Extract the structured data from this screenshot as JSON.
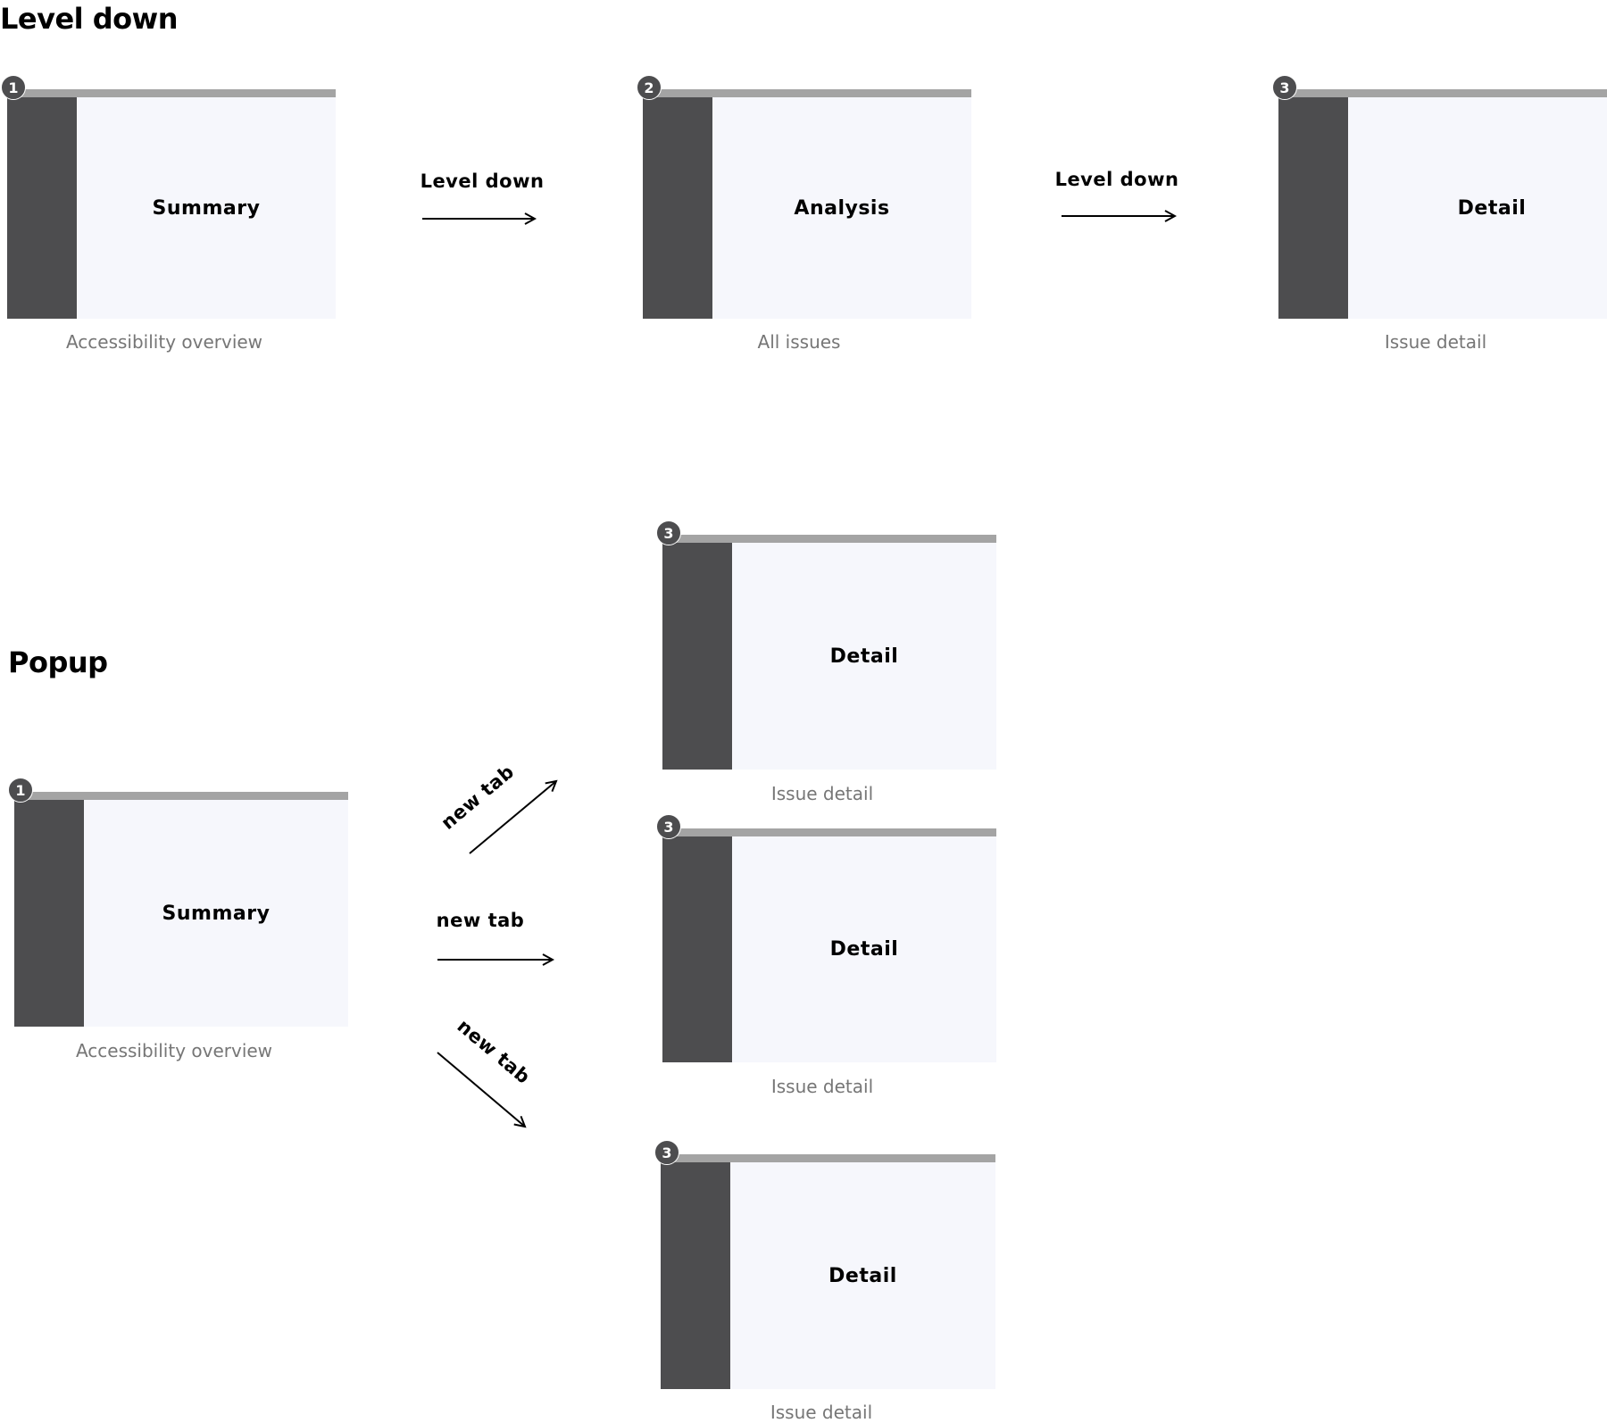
{
  "sections": {
    "level_down": {
      "heading": "Level down"
    },
    "popup": {
      "heading": "Popup"
    }
  },
  "colors": {
    "sidebar": "#4d4d4f",
    "topbar": "#a4a4a4",
    "content": "#f6f7fc",
    "caption": "#767676"
  },
  "level_down_frames": [
    {
      "step": "1",
      "title": "Summary",
      "caption": "Accessibility overview"
    },
    {
      "step": "2",
      "title": "Analysis",
      "caption": "All issues"
    },
    {
      "step": "3",
      "title": "Detail",
      "caption": "Issue detail"
    }
  ],
  "level_down_arrows": [
    {
      "label": "Level down"
    },
    {
      "label": "Level down"
    }
  ],
  "popup_frames": [
    {
      "step": "1",
      "title": "Summary",
      "caption": "Accessibility overview"
    },
    {
      "step": "3",
      "title": "Detail",
      "caption": "Issue detail"
    },
    {
      "step": "3",
      "title": "Detail",
      "caption": "Issue detail"
    },
    {
      "step": "3",
      "title": "Detail",
      "caption": "Issue detail"
    }
  ],
  "popup_arrows": [
    {
      "label": "new tab"
    },
    {
      "label": "new tab"
    },
    {
      "label": "new tab"
    }
  ]
}
